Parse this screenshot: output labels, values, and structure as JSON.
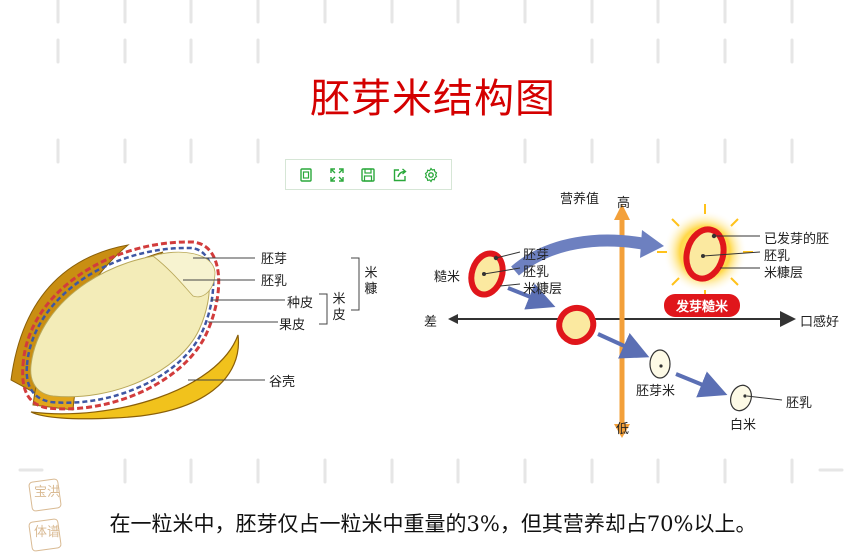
{
  "title": "胚芽米结构图",
  "toolbar": {
    "icons": [
      "copy-icon",
      "fullscreen-icon",
      "save-icon",
      "share-icon",
      "gear-icon"
    ],
    "accent": "#2aa83b"
  },
  "left_diagram": {
    "labels": {
      "germ": "胚芽",
      "endosperm": "胚乳",
      "seed_coat": "种皮",
      "pericarp": "果皮",
      "husk": "谷壳",
      "rice_bran": "米糠",
      "rice_skin": "米皮"
    }
  },
  "right_diagram": {
    "axis": {
      "nutrition": "营养值",
      "high": "高",
      "low": "低",
      "poor": "差",
      "taste_good": "口感好"
    },
    "brown_rice": {
      "name": "糙米",
      "parts": [
        "胚芽",
        "胚乳",
        "米糠层"
      ]
    },
    "germinated": {
      "parts": [
        "已发芽的胚",
        "胚乳",
        "米糠层"
      ],
      "badge": "发芽糙米"
    },
    "germ_rice": {
      "name": "胚芽米"
    },
    "white_rice": {
      "name": "白米",
      "part": "胚乳"
    }
  },
  "caption": "在一粒米中，胚芽仅占一粒米中重量的3%，但其营养却占70%以上。",
  "watermark": {
    "line1": "宝洪",
    "line2": "体谱"
  },
  "colors": {
    "title": "#d40000",
    "rice_red": "#e0161b",
    "arrow_blue": "#5b6fb4",
    "axis_orange": "#f3a03a",
    "husk_gold": "#d9a319"
  }
}
